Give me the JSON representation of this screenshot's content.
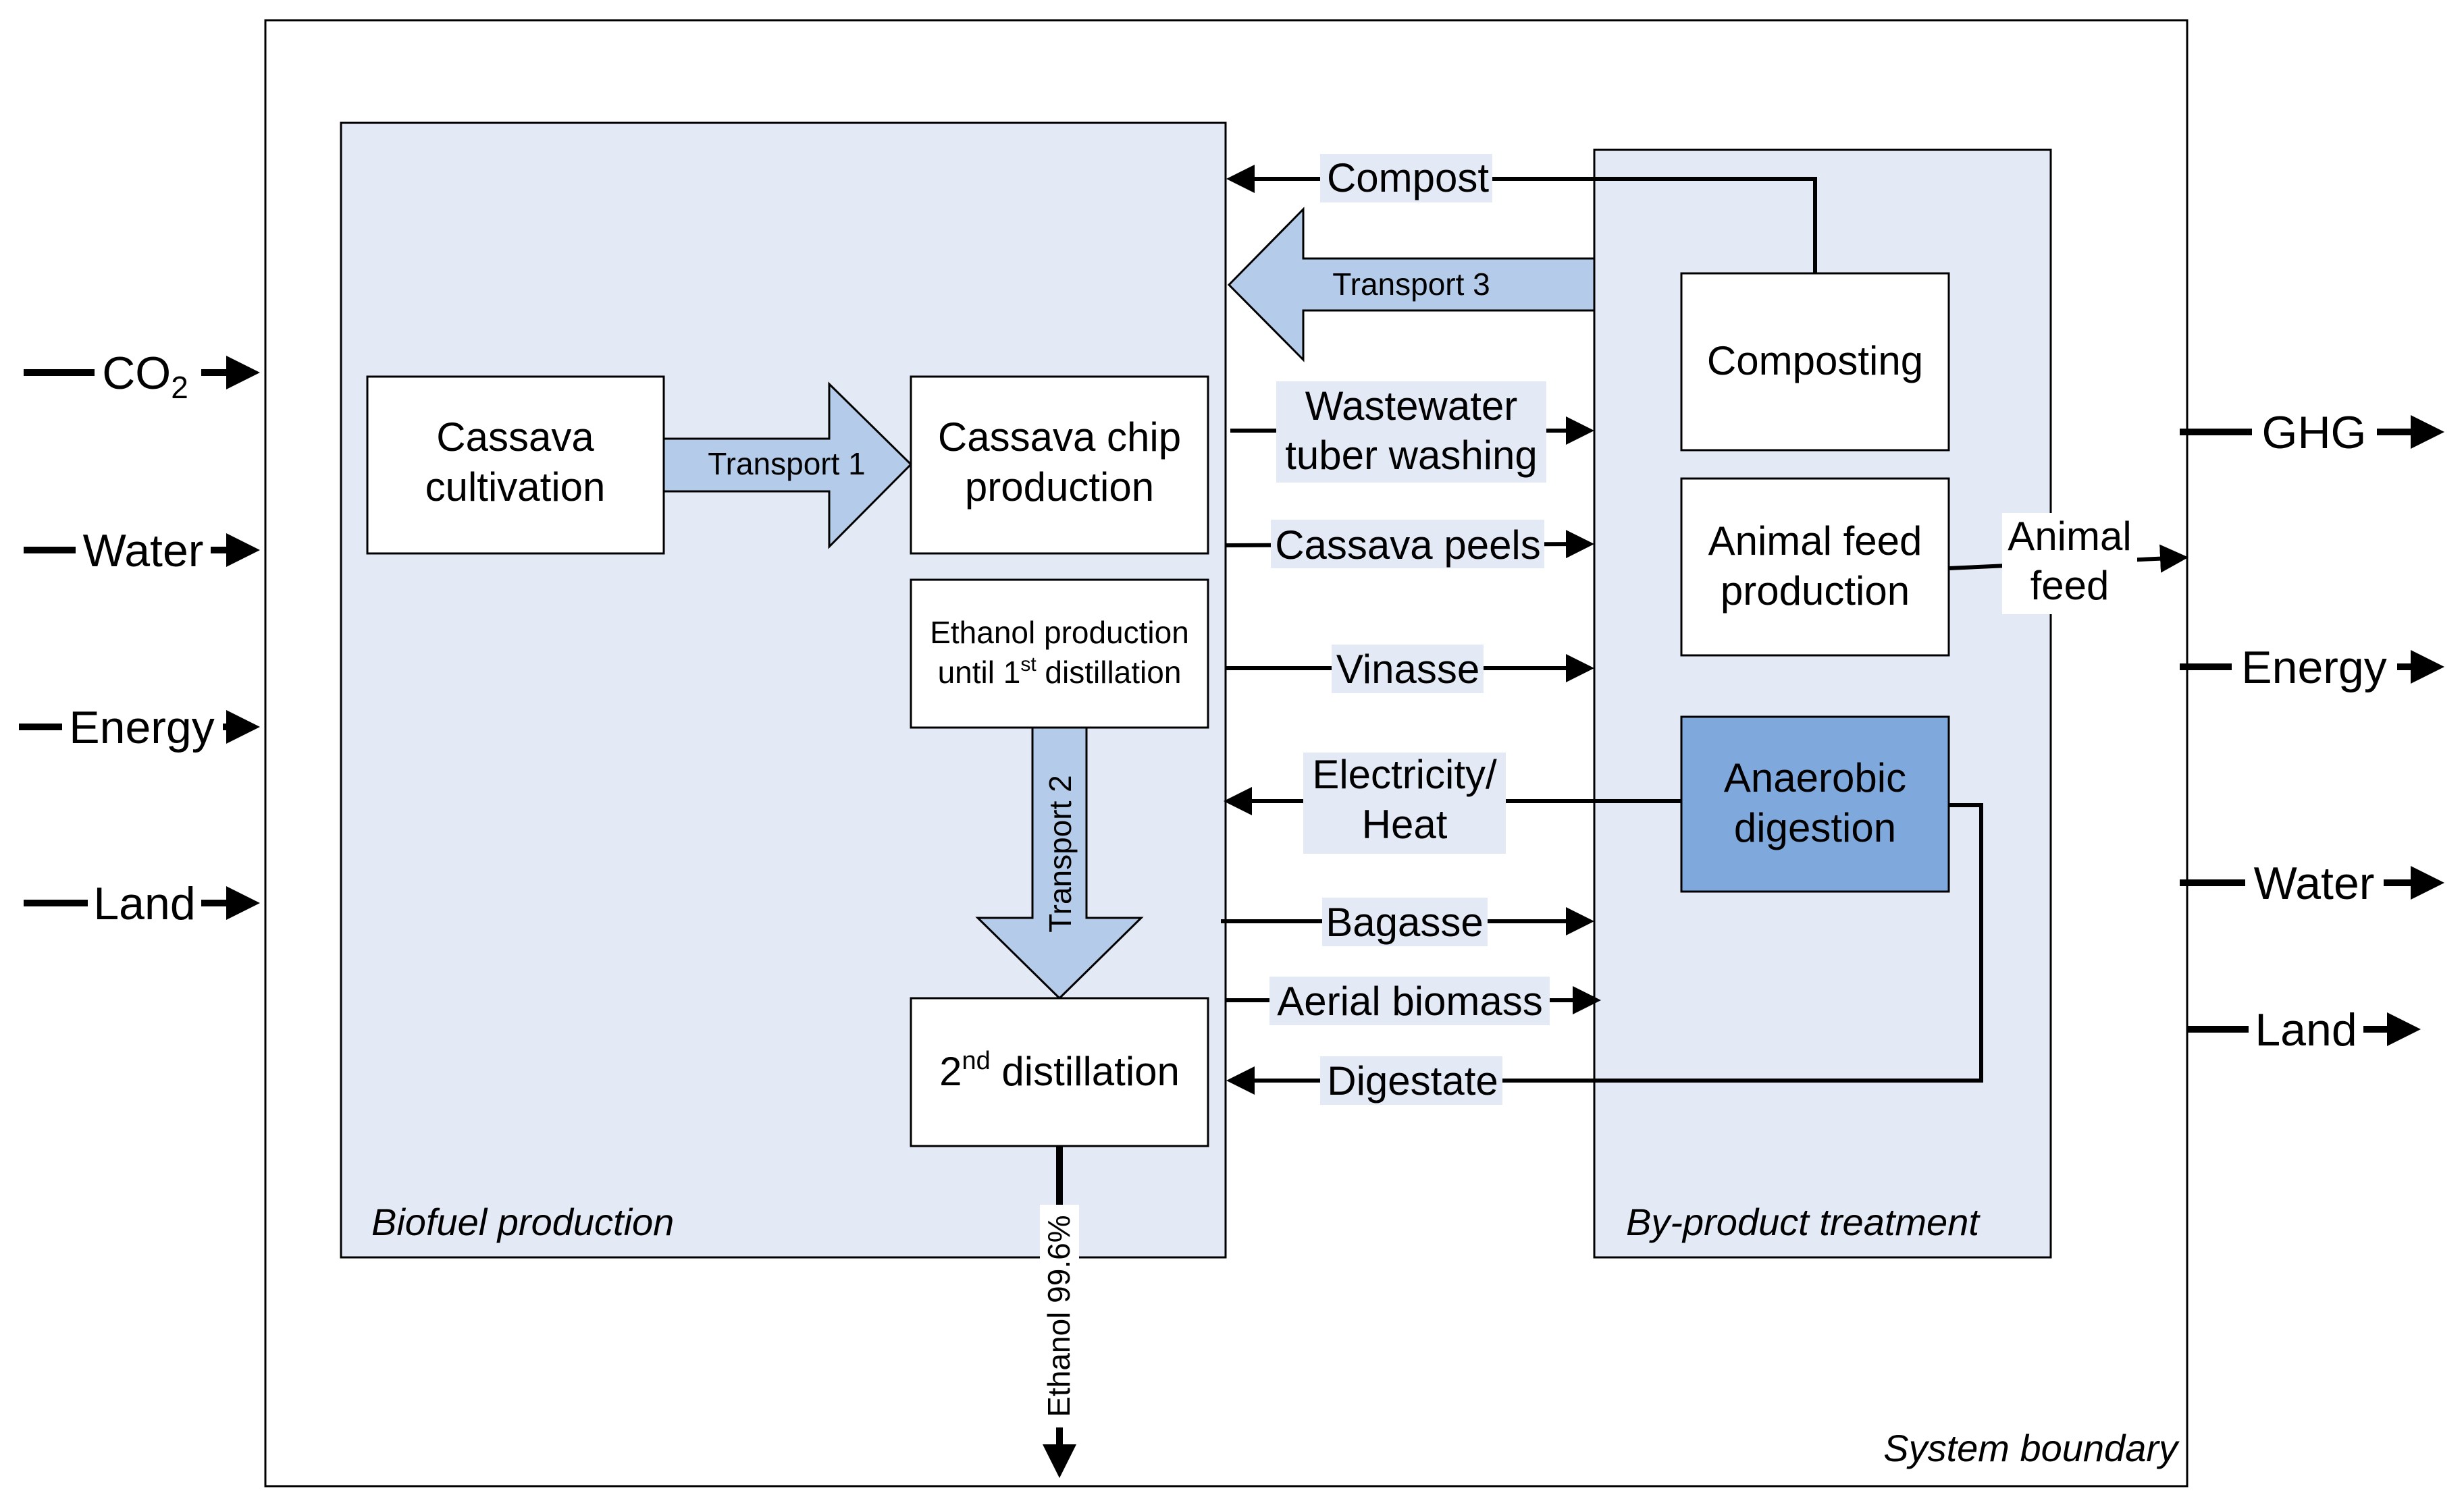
{
  "inputs": [
    {
      "name": "co2",
      "label": "CO",
      "sub": "2"
    },
    {
      "name": "water",
      "label": "Water"
    },
    {
      "name": "energy",
      "label": "Energy"
    },
    {
      "name": "land",
      "label": "Land"
    }
  ],
  "outputs": [
    {
      "name": "ghg",
      "label": "GHG"
    },
    {
      "name": "energy",
      "label": "Energy"
    },
    {
      "name": "water",
      "label": "Water"
    },
    {
      "name": "land",
      "label": "Land"
    }
  ],
  "system_boundary": {
    "label": "System boundary"
  },
  "biofuel": {
    "label": "Biofuel production",
    "cultivation": [
      "Cassava",
      "cultivation"
    ],
    "chip": [
      "Cassava chip",
      "production"
    ],
    "ethanol_prod": {
      "line1": "Ethanol production",
      "line2_pre": "until 1",
      "line2_sup": "st",
      "line2_post": " distillation"
    },
    "distill2": {
      "pre": "2",
      "sup": "nd",
      "post": " distillation"
    },
    "transport1": "Transport 1",
    "transport2": "Transport 2",
    "product": "Ethanol 99.6%"
  },
  "byproduct": {
    "label": "By-product treatment",
    "composting": "Composting",
    "animal_feed": [
      "Animal feed",
      "production"
    ],
    "anaerobic": [
      "Anaerobic",
      "digestion"
    ],
    "transport3": "Transport 3",
    "animal_feed_out": [
      "Animal",
      "feed"
    ]
  },
  "flows": {
    "compost": "Compost",
    "wastewater": [
      "Wastewater",
      "tuber washing"
    ],
    "peels": "Cassava peels",
    "vinasse": "Vinasse",
    "electricity": [
      "Electricity/",
      "Heat"
    ],
    "bagasse": "Bagasse",
    "aerial": "Aerial biomass",
    "digestate": "Digestate"
  },
  "colors": {
    "panel_fill": "#e3eaf6",
    "block_arrow_fill": "#b4cce9",
    "anaerobic_fill": "#7fa8dc",
    "line": "#000000"
  }
}
